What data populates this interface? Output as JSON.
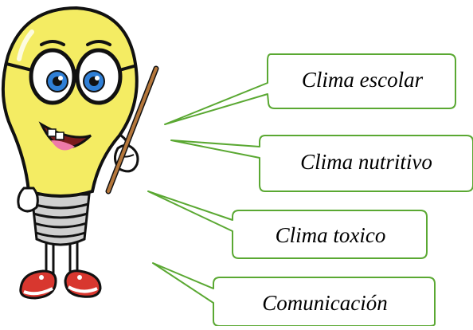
{
  "callouts": [
    {
      "label": "Clima escolar"
    },
    {
      "label": "Clima nutritivo"
    },
    {
      "label": "Clima toxico"
    },
    {
      "label": "Comunicación"
    }
  ],
  "colors": {
    "callout_border": "#5aa832",
    "bulb_yellow": "#f4ec63",
    "bulb_outline": "#111111",
    "eye_blue": "#2f7fd6",
    "tongue_pink": "#ee7aa8",
    "pointer_brown": "#b5773b",
    "shoe_red": "#d8372f",
    "glove_white": "#ffffff",
    "screw_gray": "#cfcfcf"
  },
  "icons": {
    "mascot": "lightbulb-teacher-illustration",
    "pointer": "pointer-stick-icon"
  }
}
